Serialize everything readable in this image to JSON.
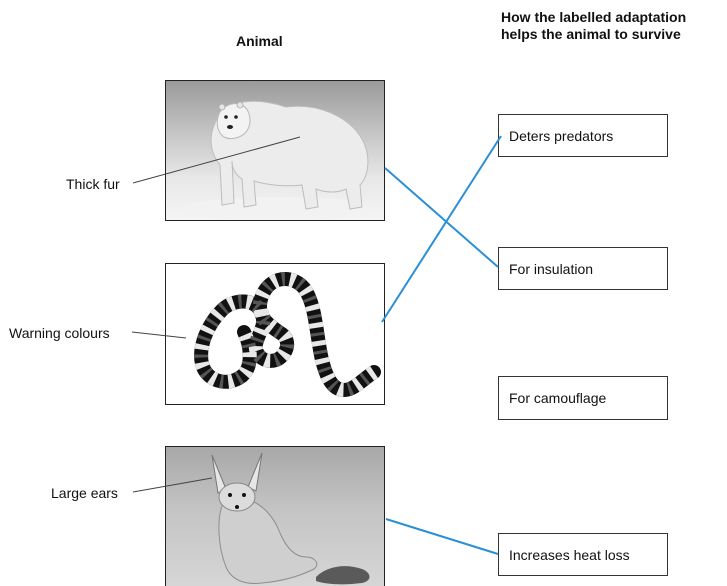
{
  "headings": {
    "animal": "Animal",
    "adaptation": "How the labelled adaptation\nhelps the animal to survive"
  },
  "animals": [
    {
      "label": "Thick fur",
      "icon": "polar-bear-photo"
    },
    {
      "label": "Warning colours",
      "icon": "snake-photo"
    },
    {
      "label": "Large ears",
      "icon": "fennec-fox-photo"
    }
  ],
  "options": [
    {
      "text": "Deters predators"
    },
    {
      "text": "For insulation"
    },
    {
      "text": "For camouflage"
    },
    {
      "text": "Increases heat loss"
    }
  ],
  "connections": [
    {
      "animal": "Thick fur",
      "option": "For insulation"
    },
    {
      "animal": "Warning colours",
      "option": "Deters predators"
    },
    {
      "animal": "Large ears",
      "option": "Increases heat loss"
    }
  ],
  "colors": {
    "connector": "#2a8fd6",
    "leader": "#444444"
  }
}
